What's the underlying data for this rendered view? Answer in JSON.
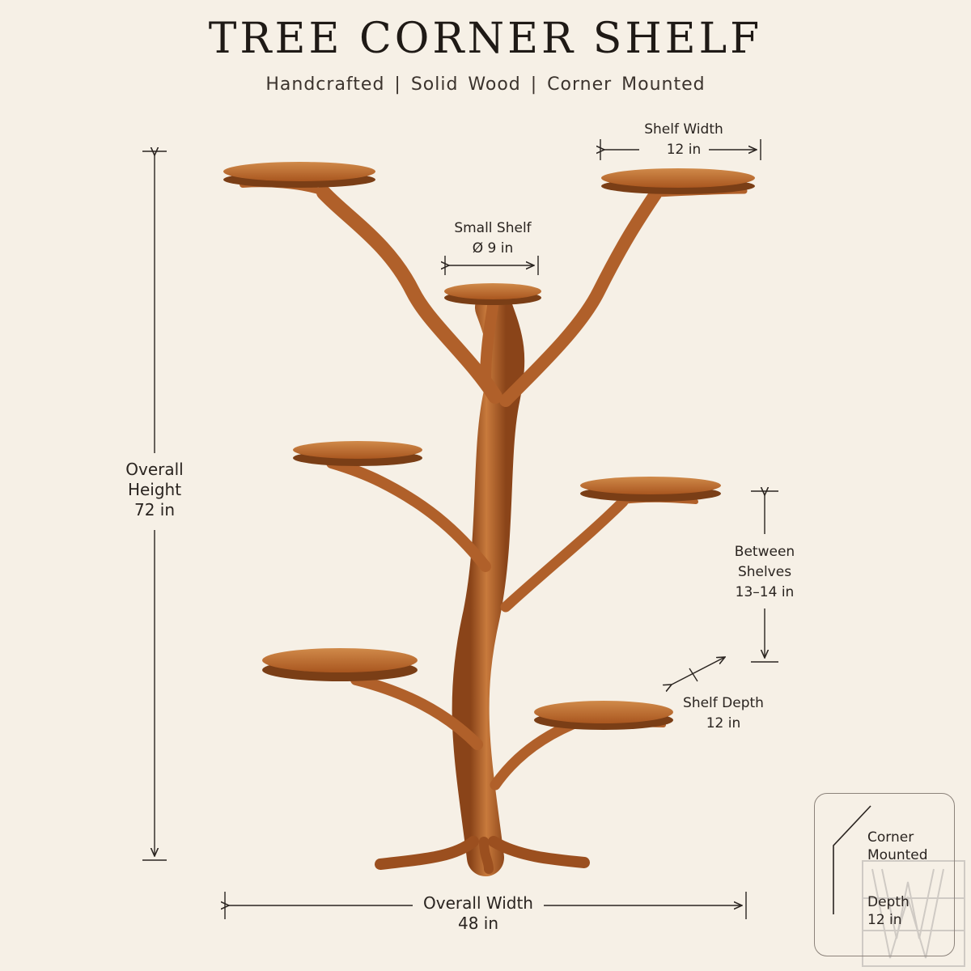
{
  "title": "TREE CORNER SHELF",
  "subtitle": "Handcrafted  |  Solid Wood  |  Corner Mounted",
  "dimensions": {
    "shelf_width": {
      "label": "Shelf Width",
      "value": "12 in"
    },
    "small_shelf": {
      "label": "Small Shelf",
      "value": "Ø 9 in"
    },
    "overall_height": {
      "line1": "Overall",
      "line2": "Height",
      "value": "72 in"
    },
    "between_shelves": {
      "line1": "Between",
      "line2": "Shelves",
      "value": "13–14 in"
    },
    "shelf_depth": {
      "label": "Shelf Depth",
      "value": "12 in"
    },
    "overall_width": {
      "label": "Overall Width",
      "value": "48 in"
    }
  },
  "corner_info": {
    "mounted_line1": "Corner",
    "mounted_line2": "Mounted",
    "depth_label": "Depth",
    "depth_value": "12 in"
  },
  "colors": {
    "background": "#f6f0e6",
    "wood": "#b5652a",
    "wood_dark": "#7a3e16",
    "line": "#2a2420"
  }
}
